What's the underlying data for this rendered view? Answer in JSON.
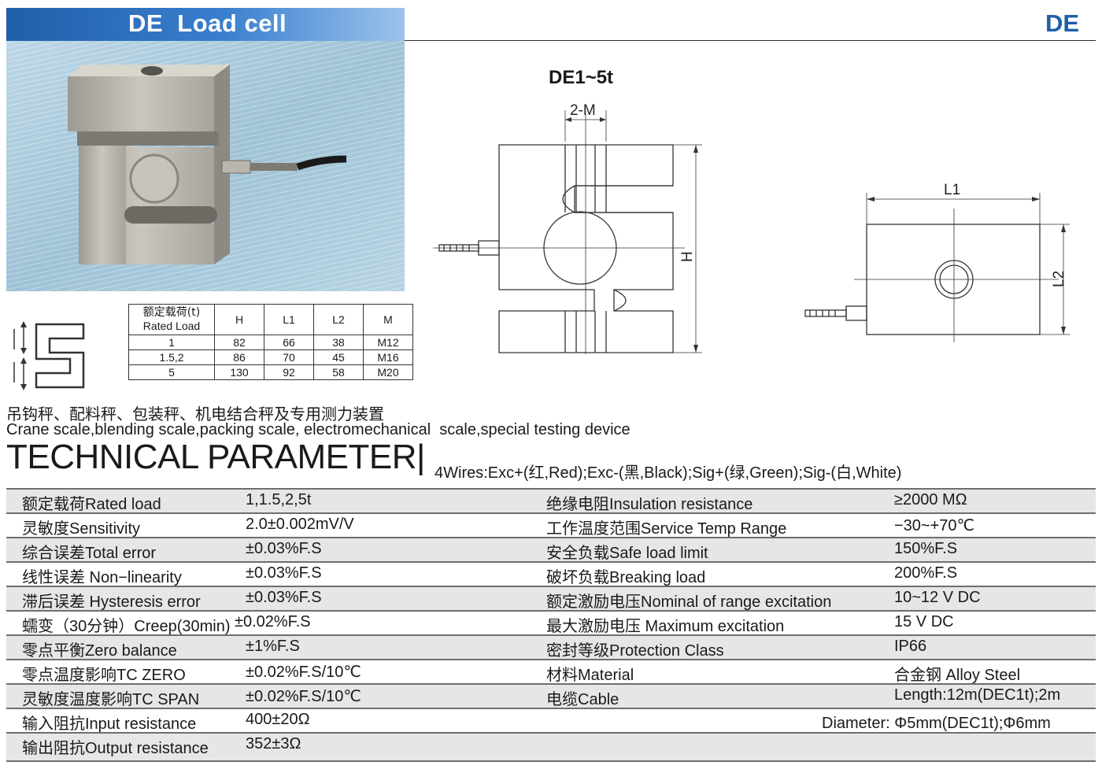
{
  "header": {
    "title": "DE  Load cell",
    "code": "DE"
  },
  "drawing": {
    "model": "DE1~5t",
    "dim_2m": "2-M",
    "dim_h": "H",
    "dim_l1": "L1",
    "dim_l2": "L2"
  },
  "dimension_table": {
    "header_cn": "额定载荷(t)",
    "header_en": "Rated Load",
    "columns": [
      "H",
      "L1",
      "L2",
      "M"
    ],
    "rows": [
      [
        "1",
        "82",
        "66",
        "38",
        "M12"
      ],
      [
        "1.5,2",
        "86",
        "70",
        "45",
        "M16"
      ],
      [
        "5",
        "130",
        "92",
        "58",
        "M20"
      ]
    ]
  },
  "applications": {
    "cn": "吊钩秤、配料秤、包装秤、机电结合秤及专用测力装置",
    "en": "Crane scale,blending scale,packing scale, electromechanical  scale,special testing device"
  },
  "technical": {
    "title": "TECHNICAL PARAMETER|",
    "wires": "4Wires:Exc+(红,Red);Exc-(黑,Black);Sig+(绿,Green);Sig-(白,White)",
    "rows": [
      {
        "l": "额定载荷Rated load",
        "lv": "1,1.5,2,5t",
        "r": "绝缘电阻Insulation resistance",
        "rv": "≥2000 MΩ"
      },
      {
        "l": "灵敏度Sensitivity",
        "lv": "2.0±0.002mV/V",
        "r": "工作温度范围Service Temp Range",
        "rv": "−30~+70℃"
      },
      {
        "l": "综合误差Total error",
        "lv": "±0.03%F.S",
        "r": "安全负载Safe load limit",
        "rv": "150%F.S"
      },
      {
        "l": "线性误差 Non−linearity",
        "lv": "±0.03%F.S",
        "r": "破坏负载Breaking load",
        "rv": "200%F.S"
      },
      {
        "l": "滞后误差 Hysteresis error",
        "lv": "±0.03%F.S",
        "r": "额定激励电压Nominal of range excitation",
        "rv": "10~12 V DC"
      },
      {
        "l": "蠕变（30分钟）Creep(30min)",
        "lv": "±0.02%F.S",
        "r": "最大激励电压 Maximum excitation",
        "rv": "15 V DC"
      },
      {
        "l": "零点平衡Zero balance",
        "lv": "±1%F.S",
        "r": "密封等级Protection Class",
        "rv": "IP66"
      },
      {
        "l": "零点温度影响TC ZERO",
        "lv": "±0.02%F.S/10℃",
        "r": "材料Material",
        "rv": "合金钢 Alloy Steel"
      },
      {
        "l": "灵敏度温度影响TC SPAN",
        "lv": "±0.02%F.S/10℃",
        "r": "电缆Cable",
        "rv": "Length:12m(DEC1t);2m"
      },
      {
        "l": "输入阻抗Input resistance",
        "lv": "400±20Ω",
        "r": "",
        "rv": ""
      },
      {
        "l": "输出阻抗Output resistance",
        "lv": "352±3Ω",
        "r": "",
        "rv": ""
      }
    ],
    "cable_diameter": "Diameter: Φ5mm(DEC1t);Φ6mm"
  },
  "colors": {
    "header_blue": "#1f5fa8",
    "row_shade": "#e6e6e6"
  }
}
